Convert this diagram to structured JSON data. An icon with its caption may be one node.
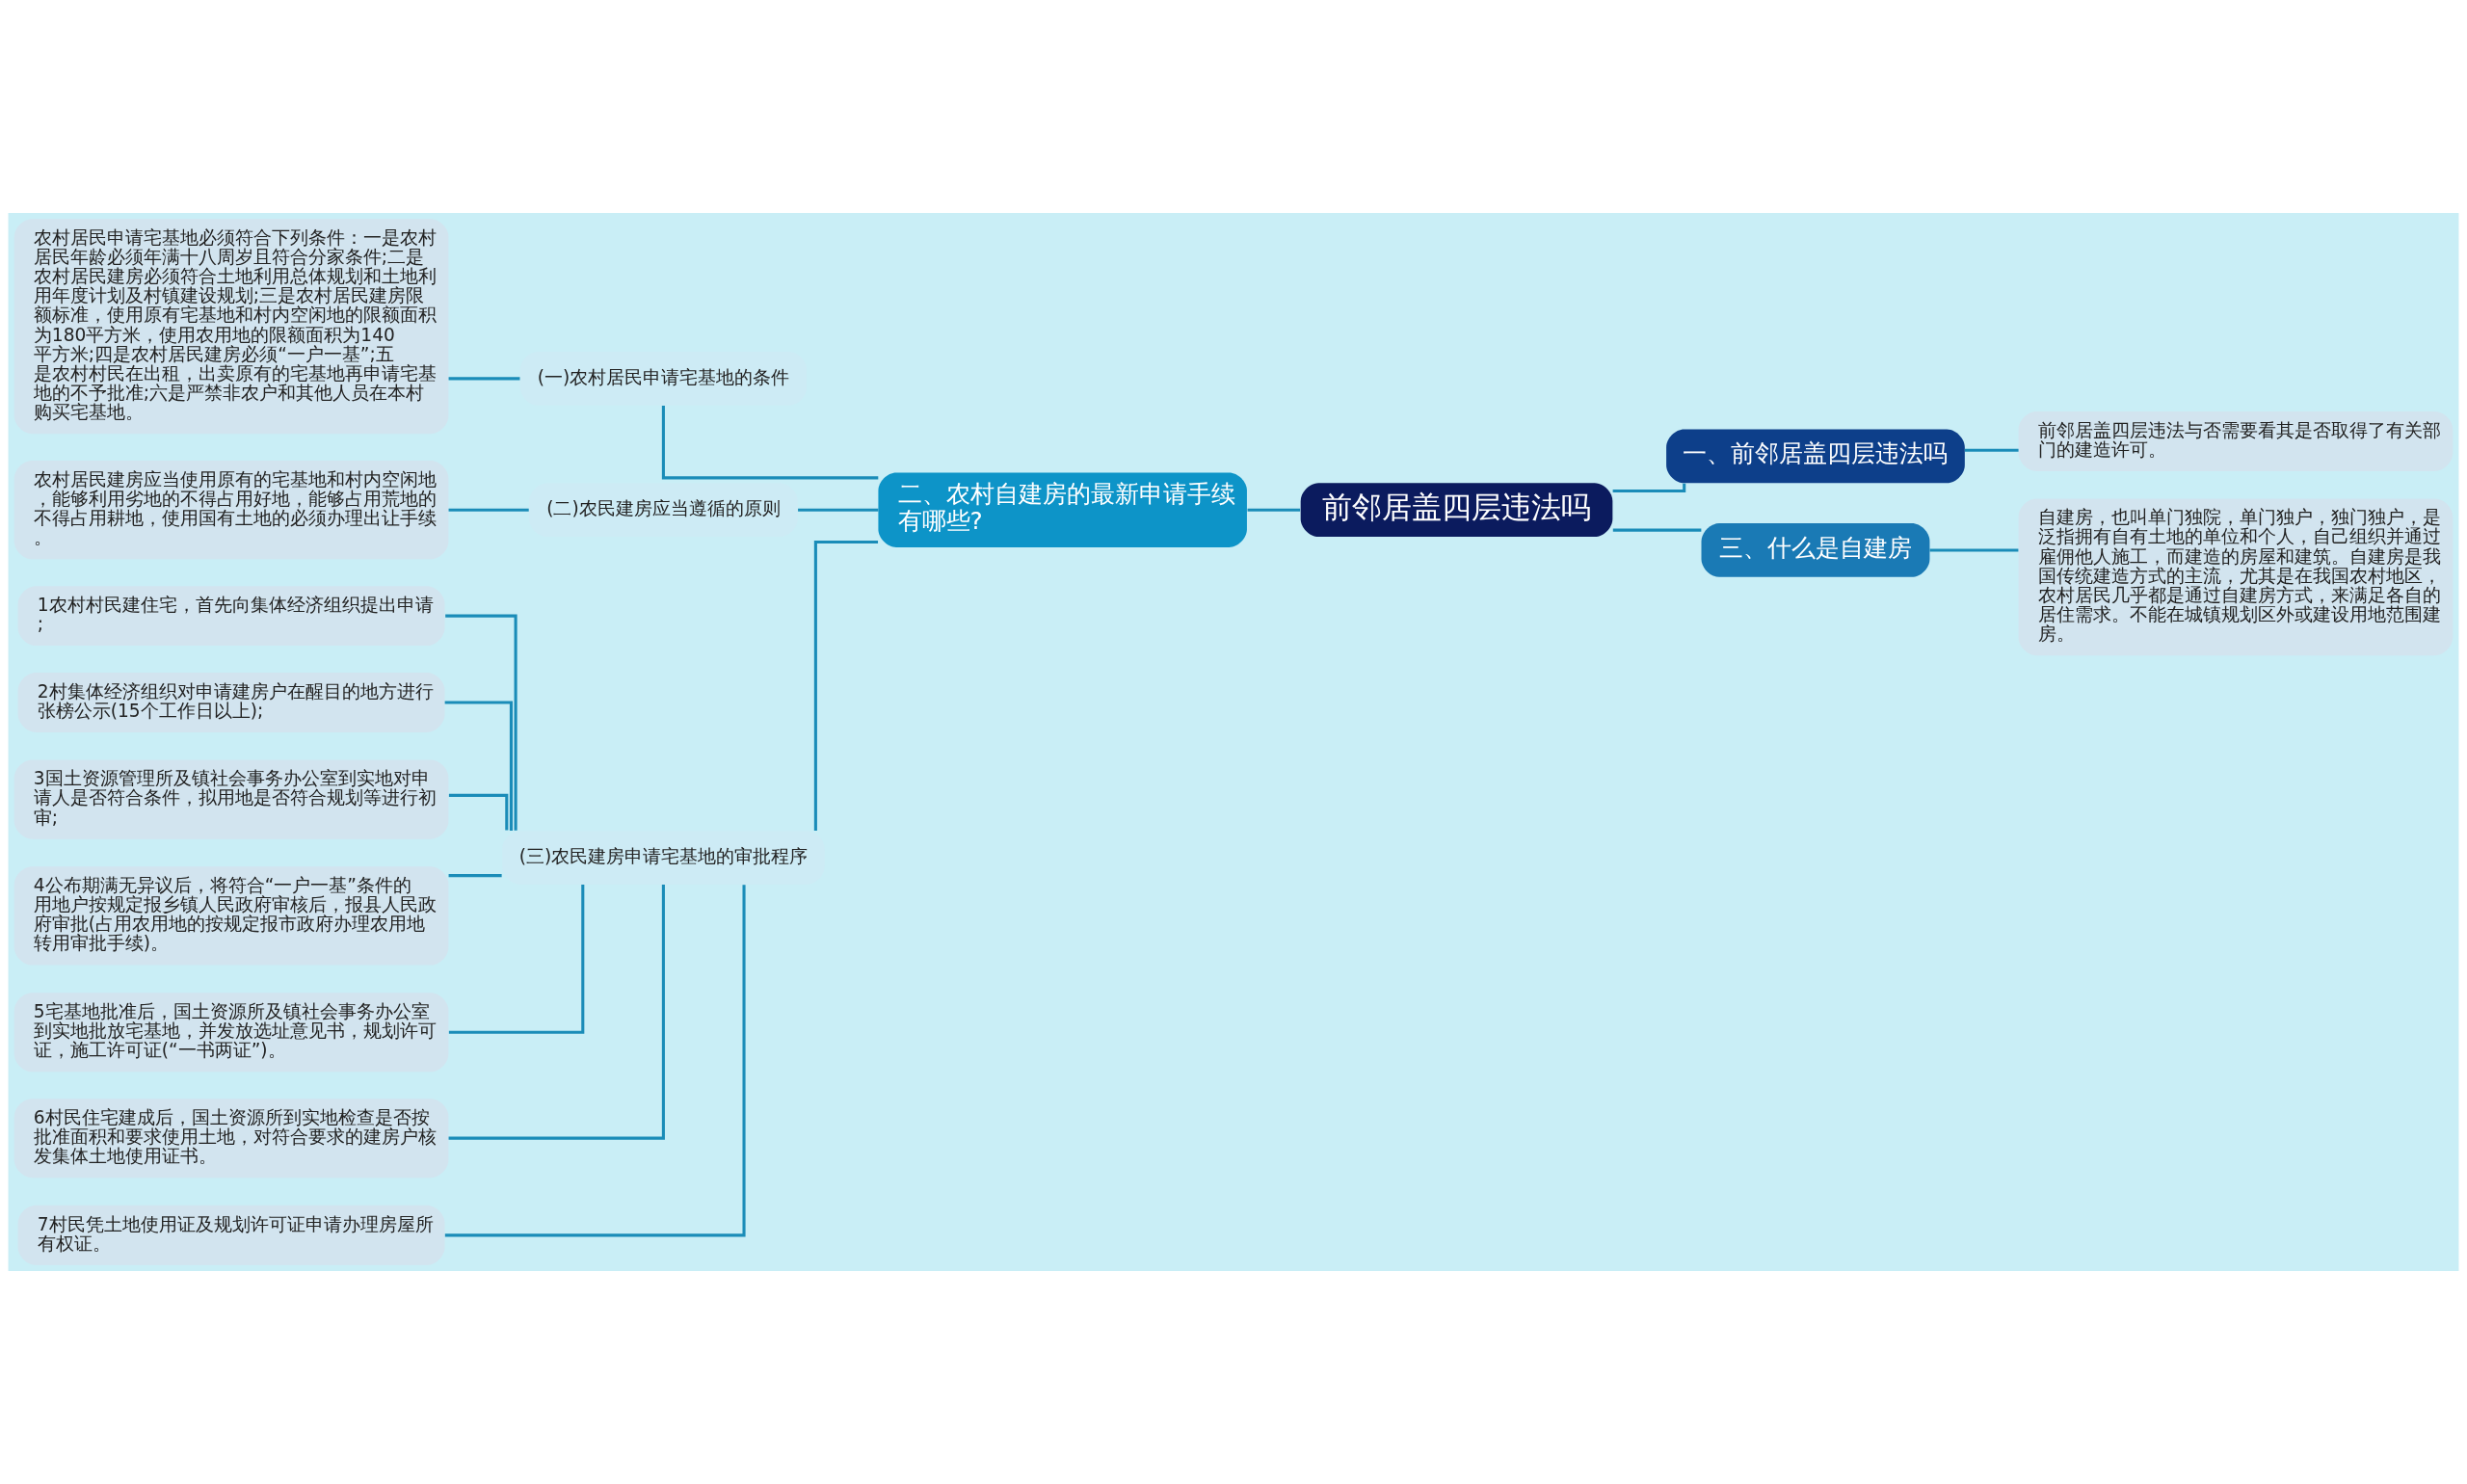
{
  "diagram": {
    "nodes": [
      {
        "text": [
          "前邻居盖四层违法吗"
        ]
      },
      {
        "text": [
          "一、前邻居盖四层违法吗"
        ]
      },
      {
        "text": [
          "前邻居盖四层违法与否需要看其是否取得了有关部门的建造许可。"
        ]
      },
      {
        "text": [
          "三、什么是自建房"
        ]
      },
      {
        "text": [
          "自建房，也叫单门独院，单门独户，独门独户，是泛指拥有自有土地的单位和个人，自己组织并通过雇佣他人施工，而建造的房屋和建筑。自建房是我国传统建造方式的主流，尤其是在我国农村地区，农村居民几乎都是通过自建房方式，来满足各自的居住需求。不能在城镇规划区外或建设用地范围建房。"
        ]
      },
      {
        "text": [
          "二、农村自建房的最新申请手续有哪些?"
        ]
      },
      {
        "text": [
          "(一)农村居民申请宅基地的条件"
        ]
      },
      {
        "text": [
          "农村居民申请宅基地必须符合下列条件：一是农村居民年龄必须年满十八周岁且符合分家条件;二是农村居民建房必须符合土地利用总体规划和土地利用年度计划及村镇建设规划;三是农村居民建房限额标准，使用原有宅基地和村内空闲地的限额面积为180平方米，使用农用地的限额面积为140平方米;四是农村居民建房必须“一户一基”;五是农村村民在出租，出卖原有的宅基地再申请宅基地的不予批准;六是严禁非农户和其他人员在本村购买宅基地。"
        ]
      },
      {
        "text": [
          "(二)农民建房应当遵循的原则"
        ]
      },
      {
        "text": [
          "农村居民建房应当使用原有的宅基地和村内空闲地，能够利用劣地的不得占用好地，能够占用荒地的不得占用耕地，使用国有土地的必须办理出让手续。"
        ]
      },
      {
        "text": [
          "(三)农民建房申请宅基地的审批程序"
        ]
      },
      {
        "text": [
          "1农村村民建住宅，首先向集体经济组织提出申请;"
        ]
      },
      {
        "text": [
          "2村集体经济组织对申请建房户在醒目的地方进行张榜公示(15个工作日以上);"
        ]
      },
      {
        "text": [
          "3国土资源管理所及镇社会事务办公室到实地对申请人是否符合条件，拟用地是否符合规划等进行初审;"
        ]
      },
      {
        "text": [
          "4公布期满无异议后，将符合“一户一基”条件的用地户按规定报乡镇人民政府审核后，报县人民政府审批(占用农用地的按规定报市政府办理农用地转用审批手续)。"
        ]
      },
      {
        "text": [
          "5宅基地批准后，国土资源所及镇社会事务办公室到实地批放宅基地，并发放选址意见书，规划许可证，施工许可证(“一书两证”)。"
        ]
      },
      {
        "text": [
          "6村民住宅建成后，国土资源所到实地检查是否按批准面积和要求使用土地，对符合要求的建房户核发集体土地使用证书。"
        ]
      },
      {
        "text": [
          "7村民凭土地使用证及规划许可证申请办理房屋所有权证。"
        ]
      }
    ],
    "edges": [
      {
        "from": 0,
        "to": 1,
        "arrow": "none"
      },
      {
        "from": 1,
        "to": 2,
        "arrow": "none"
      },
      {
        "from": 0,
        "to": 3,
        "arrow": "none"
      },
      {
        "from": 3,
        "to": 4,
        "arrow": "none"
      },
      {
        "from": 0,
        "to": 5,
        "arrow": "none"
      },
      {
        "from": 5,
        "to": 6,
        "arrow": "none"
      },
      {
        "from": 6,
        "to": 7,
        "arrow": "none"
      },
      {
        "from": 5,
        "to": 8,
        "arrow": "none"
      },
      {
        "from": 8,
        "to": 9,
        "arrow": "none"
      },
      {
        "from": 5,
        "to": 10,
        "arrow": "none"
      },
      {
        "from": 10,
        "to": 11,
        "arrow": "none"
      },
      {
        "from": 10,
        "to": 12,
        "arrow": "none"
      },
      {
        "from": 10,
        "to": 13,
        "arrow": "none"
      },
      {
        "from": 10,
        "to": 14,
        "arrow": "none"
      },
      {
        "from": 10,
        "to": 15,
        "arrow": "none"
      },
      {
        "from": 10,
        "to": 16,
        "arrow": "none"
      },
      {
        "from": 10,
        "to": 17,
        "arrow": "none"
      }
    ]
  }
}
